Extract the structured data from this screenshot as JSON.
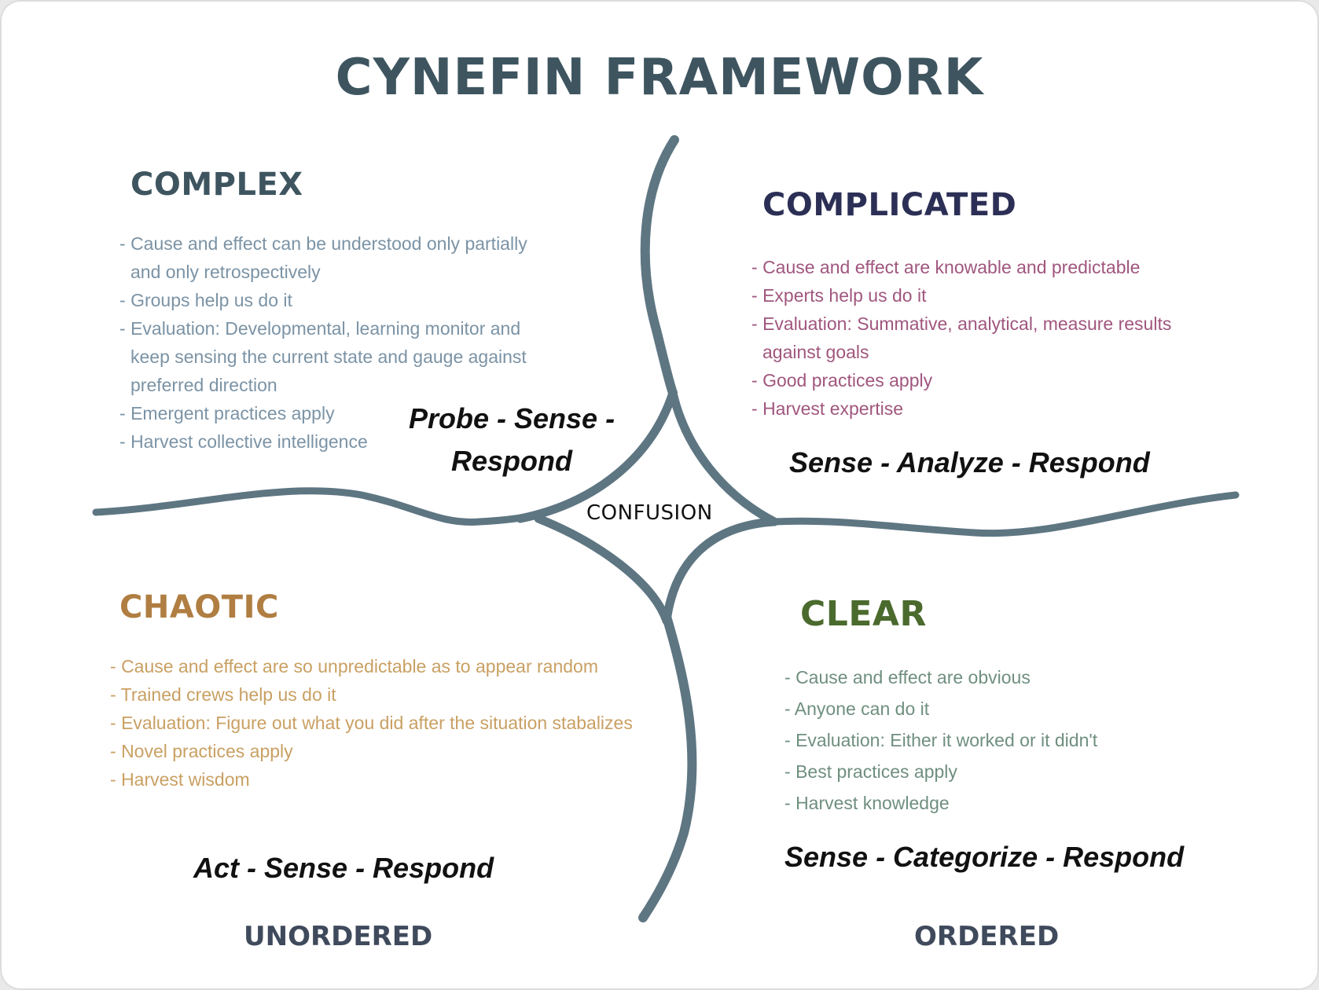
{
  "title": "CYNEFIN FRAMEWORK",
  "colors": {
    "curve": "#5e7682",
    "complex": "#3e5560",
    "complicated": "#2c2f55",
    "complicated_text": "#a0567e",
    "chaotic": "#b07e42",
    "chaotic_text": "#c9a063",
    "clear": "#4b6a2e",
    "clear_text": "#6f8f7f",
    "complex_text": "#7b93a5"
  },
  "domains": {
    "complex": {
      "name": "COMPLEX",
      "bullets": [
        "Cause and effect can be understood only partially and only retrospectively",
        "Groups help us do it",
        "Evaluation: Developmental, learning monitor and keep sensing the current state and gauge against preferred direction",
        "Emergent practices apply",
        "Harvest collective intelligence"
      ],
      "approach_line1": "Probe - Sense -",
      "approach_line2": "Respond"
    },
    "complicated": {
      "name": "COMPLICATED",
      "bullets": [
        "Cause and effect are knowable and predictable",
        "Experts help us do it",
        "Evaluation: Summative, analytical, measure results against goals",
        "Good practices apply",
        "Harvest expertise"
      ],
      "approach": "Sense - Analyze - Respond"
    },
    "chaotic": {
      "name": "CHAOTIC",
      "bullets": [
        "Cause and effect are so unpredictable as to appear random",
        "Trained crews help us do it",
        "Evaluation: Figure out what you did after the situation stabalizes",
        "Novel practices apply",
        "Harvest wisdom"
      ],
      "approach": "Act - Sense - Respond"
    },
    "clear": {
      "name": "CLEAR",
      "bullets": [
        "Cause and effect are obvious",
        "Anyone can do it",
        "Evaluation: Either it worked or it didn't",
        "Best practices apply",
        "Harvest knowledge"
      ],
      "approach": "Sense - Categorize - Respond"
    }
  },
  "center": "CONFUSION",
  "axis": {
    "left": "UNORDERED",
    "right": "ORDERED"
  }
}
